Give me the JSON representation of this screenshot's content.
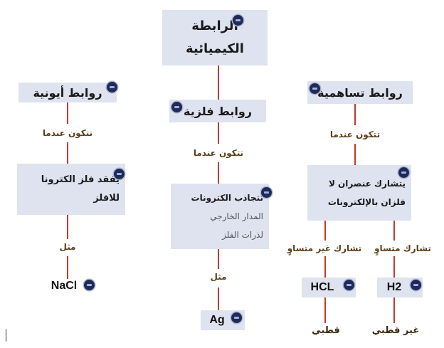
{
  "root": {
    "line1": "الرابطة",
    "line2": "الكيميائية"
  },
  "types": {
    "ionic": "روابط أيونية",
    "metallic": "روابط فلزية",
    "covalent": "روابط تساهمية"
  },
  "forms_when": "تتكون عندما",
  "example": "مثل",
  "ionic_condition": {
    "line1": "يفقد فلز الكترونا",
    "line2": "للافلز"
  },
  "metallic_condition": {
    "line1": "تتجاذب الكترونات",
    "line2": "المدار الخارجي",
    "line3": "لذرات الفلز"
  },
  "covalent_condition": {
    "line1": "يتشارك عنصران لا",
    "line2": "فلزان بالإلكترونات"
  },
  "sharing": {
    "unequal": "تشارك غير متساوٍ",
    "equal": "تشارك متساوٍ"
  },
  "examples": {
    "ionic": "NaCl",
    "metallic": "Ag",
    "polar": "HCL",
    "nonpolar": "H2"
  },
  "polarity": {
    "polar": "قطبي",
    "nonpolar": "غير قطبي"
  },
  "colors": {
    "box_fill": "#dfe3f0",
    "connector": "#c23a2a",
    "label_text": "#5a3f17",
    "badge": "#1f2a55"
  }
}
